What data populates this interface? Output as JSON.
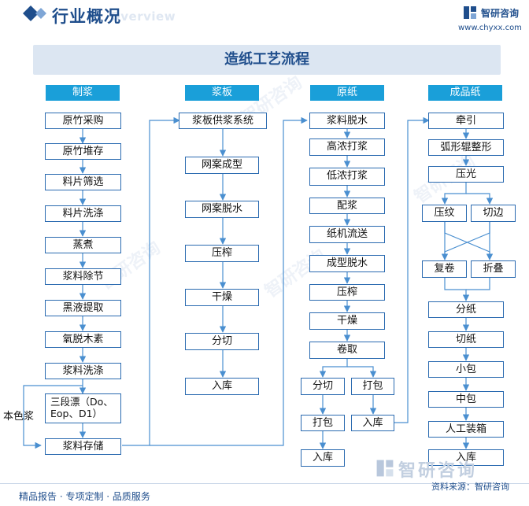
{
  "header": {
    "title": "行业概况",
    "subtitle": "Overview"
  },
  "logo": {
    "name": "智研咨询",
    "url": "www.chyxx.com"
  },
  "diagram_title": "造纸工艺流程",
  "columns": [
    {
      "title": "制浆",
      "steps": [
        "原竹采购",
        "原竹堆存",
        "料片筛选",
        "料片洗涤",
        "蒸煮",
        "浆料除节",
        "黑液提取",
        "氧脱木素",
        "浆料洗涤",
        "三段漂（Do、Eop、D1）",
        "浆料存储"
      ]
    },
    {
      "title": "浆板",
      "steps": [
        "浆板供浆系统",
        "网案成型",
        "网案脱水",
        "压榨",
        "干燥",
        "分切",
        "入库"
      ]
    },
    {
      "title": "原纸",
      "steps": [
        "浆料脱水",
        "高浓打浆",
        "低浓打浆",
        "配浆",
        "纸机流送",
        "成型脱水",
        "压榨",
        "干燥",
        "卷取"
      ],
      "branch_left": [
        "分切",
        "打包",
        "入库"
      ],
      "branch_right": [
        "打包",
        "入库"
      ]
    },
    {
      "title": "成品纸",
      "steps": [
        "牵引",
        "弧形辊整形",
        "压光"
      ],
      "split_row1": [
        "压纹",
        "切边"
      ],
      "split_row2": [
        "复卷",
        "折叠"
      ],
      "steps_after": [
        "分纸",
        "切纸",
        "小包",
        "中包",
        "人工装箱",
        "入库"
      ]
    }
  ],
  "side_label": "本色浆",
  "footer": {
    "left": "精品报告 · 专项定制 · 品质服务",
    "source": "资料来源：智研咨询",
    "brand_bottom": "智研咨询"
  },
  "colors": {
    "accent": "#1a9fd9",
    "brand": "#1f4e8c",
    "box_border": "#2a6ab0",
    "line": "#4a8fd0"
  }
}
